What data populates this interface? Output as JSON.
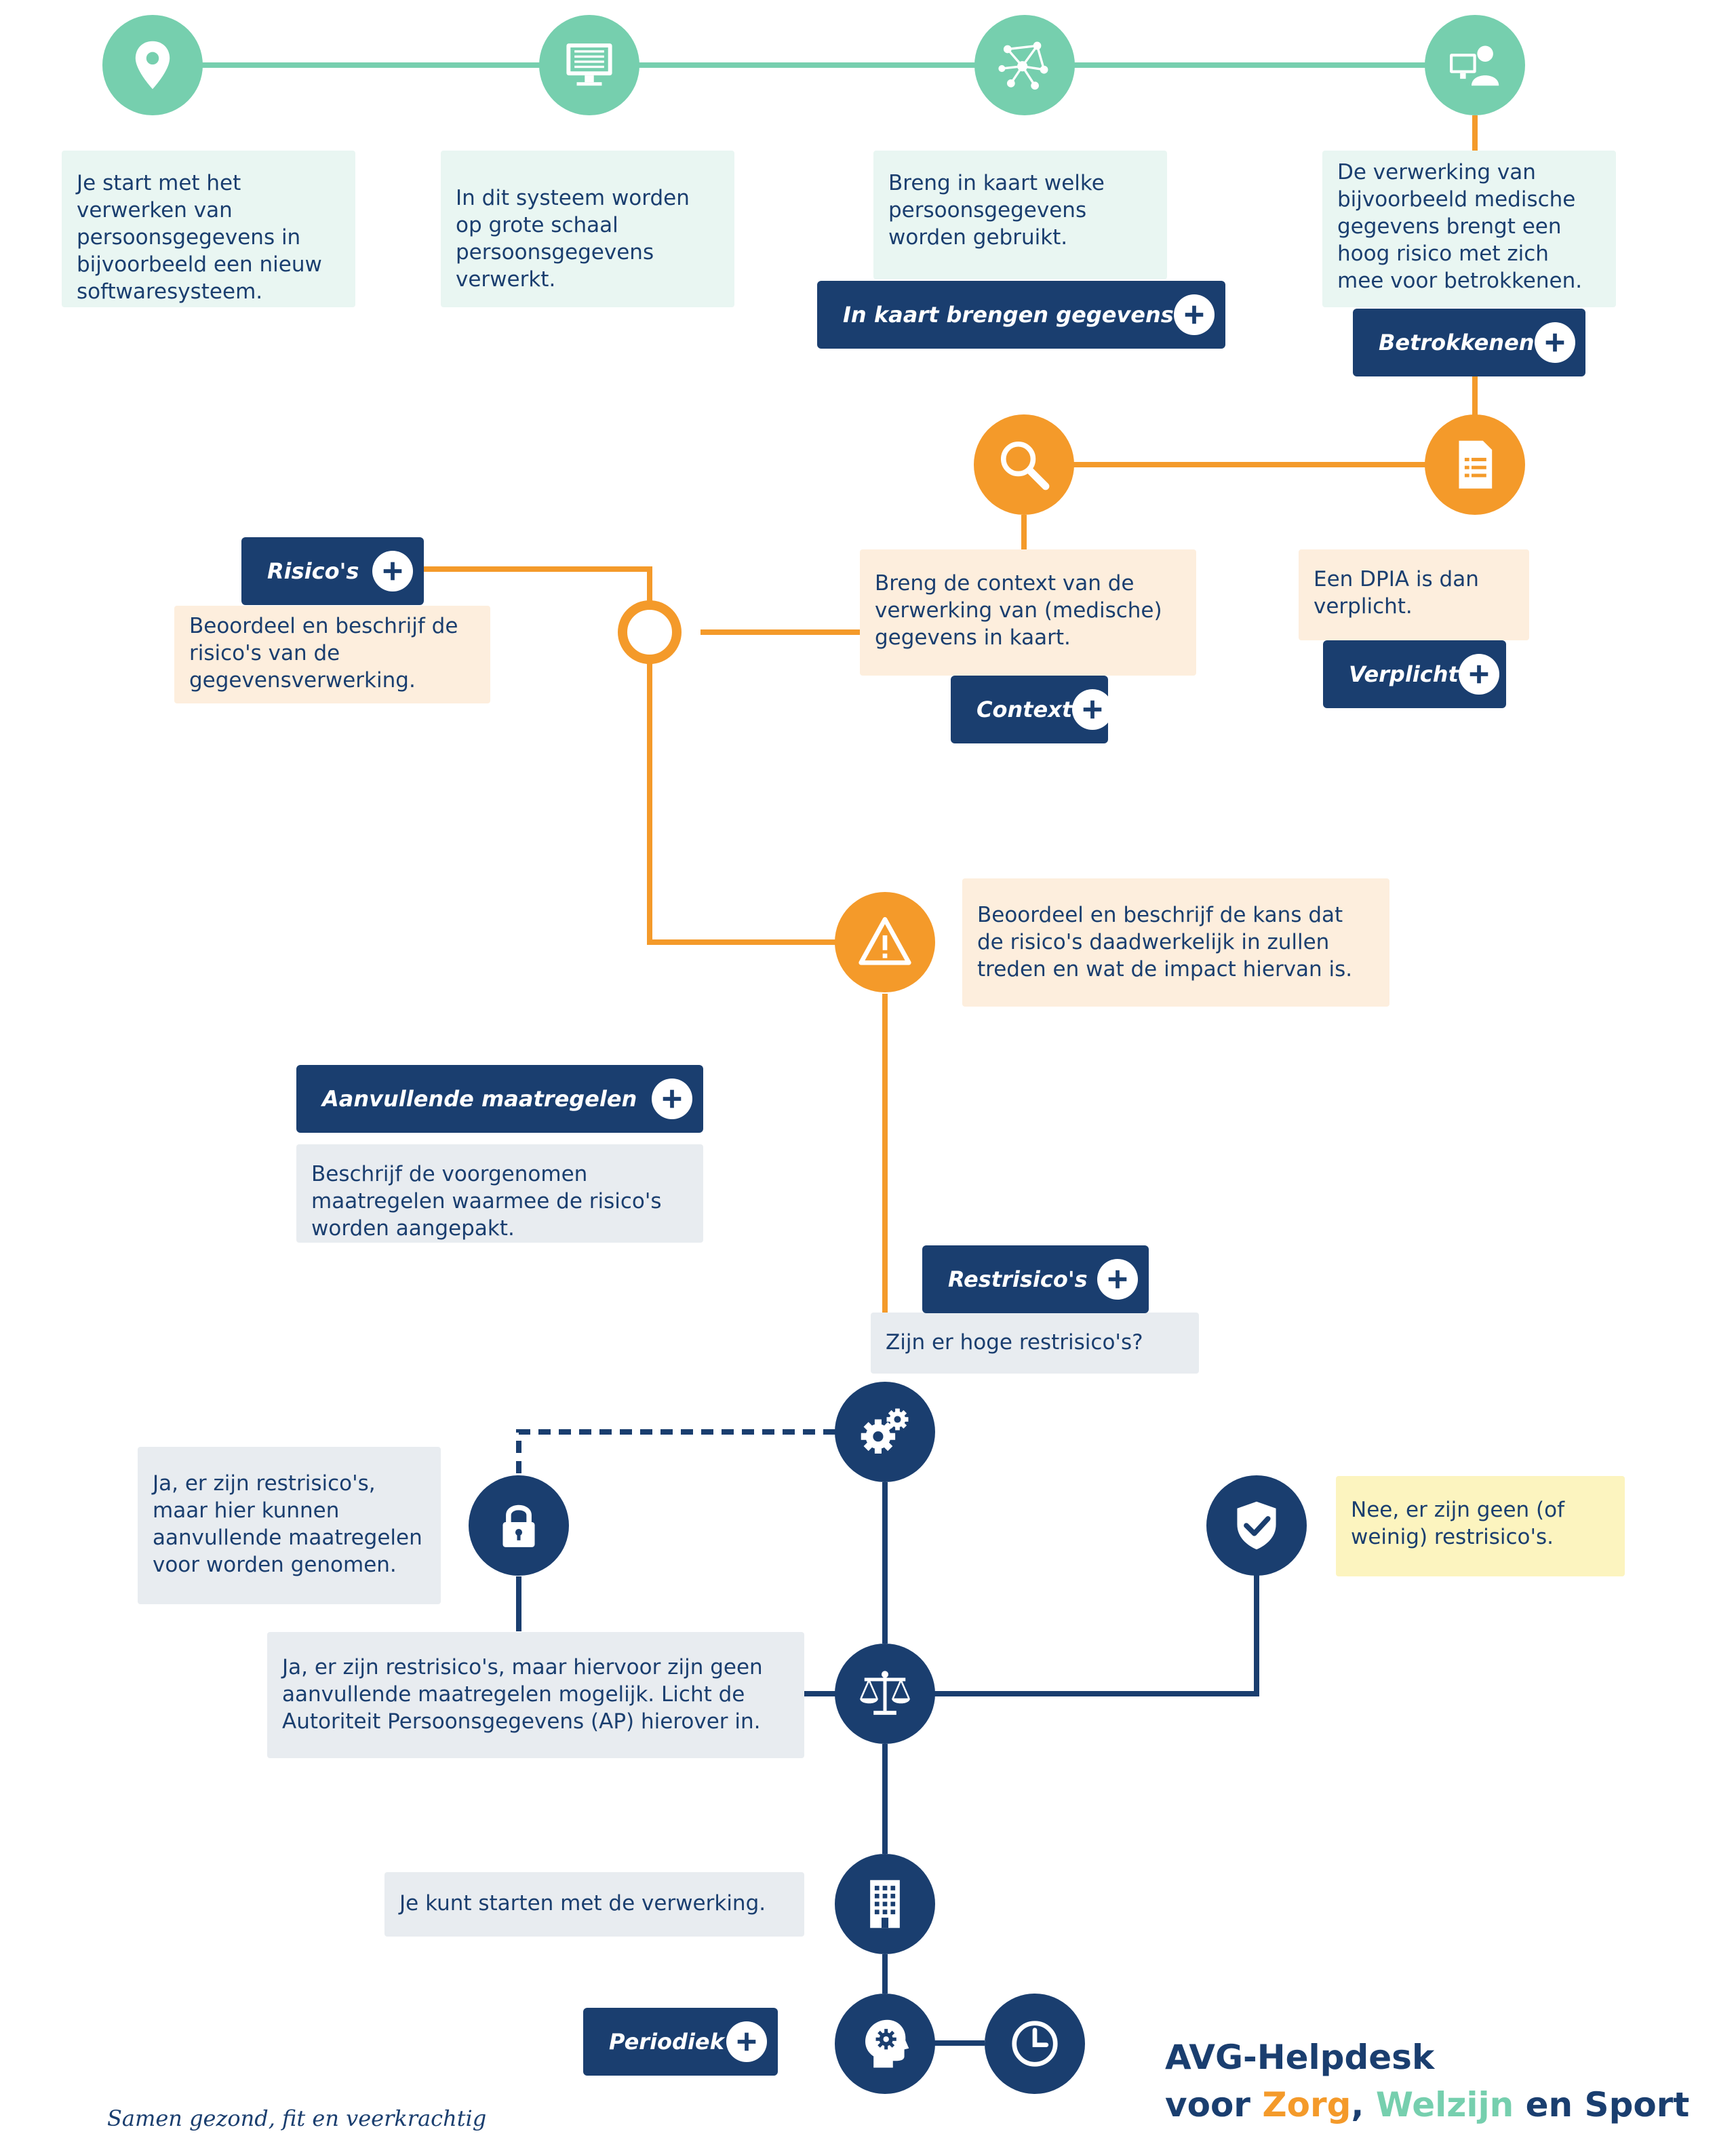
{
  "colors": {
    "green": "#76cfae",
    "orange": "#f49a2a",
    "navy": "#1a3e6f",
    "box_green": "#e9f6f2",
    "box_orange": "#fdeedd",
    "box_gray": "#e8ecf0",
    "box_yellow": "#fcf4bf"
  },
  "icons": {
    "start": "location-pin-icon",
    "system": "binary-monitor-icon",
    "data_map": "network-nodes-icon",
    "person": "person-monitor-icon",
    "context": "magnifier-icon",
    "dpia": "document-list-icon",
    "risk_junction": "ring-icon",
    "warning": "warning-triangle-icon",
    "residual": "gears-icon",
    "lock": "padlock-icon",
    "shield": "shield-check-icon",
    "scale": "balance-scale-icon",
    "building": "office-building-icon",
    "head": "head-gear-icon",
    "clock": "clock-icon"
  },
  "texts": {
    "start": "Je start met het verwerken van persoonsgegevens in bijvoorbeeld een nieuw softwaresysteem.",
    "system": "In dit systeem worden op grote schaal persoonsgegevens verwerkt.",
    "data_map": "Breng in kaart welke persoonsgegevens worden gebruikt.",
    "medical": "De verwerking van bijvoorbeeld medische gegevens brengt een hoog risico met zich mee voor betrokkenen.",
    "risks": "Beoordeel en beschrijf de risico's van de gegevensverwerking.",
    "context": "Breng de context van de verwerking van (medische) gegevens in kaart.",
    "dpia": "Een DPIA is dan verplicht.",
    "likelihood": "Beoordeel en beschrijf de kans dat de risico's daadwerkelijk in zullen treden en wat de impact hiervan is.",
    "measures": "Beschrijf de voorgenomen maatregelen waarmee de risico's worden aangepakt.",
    "residual_q": "Zijn er hoge restrisico's?",
    "yes_measures": "Ja, er zijn restrisico's, maar hier kunnen aanvullende maatregelen voor worden genomen.",
    "no_risks": "Nee, er zijn geen (of weinig) restrisico's.",
    "yes_ap": "Ja, er zijn restrisico's, maar hiervoor zijn geen aanvullende maatregelen mogelijk. Licht de Autoriteit Persoonsgegevens (AP) hierover in.",
    "start_processing": "Je kunt starten met de verwerking."
  },
  "buttons": {
    "data_map": "In kaart brengen gegevens",
    "involved": "Betrokkenen",
    "risks": "Risico's",
    "context": "Context",
    "mandatory": "Verplicht",
    "measures": "Aanvullende maatregelen",
    "residual": "Restrisico's",
    "periodic": "Periodiek"
  },
  "footer": {
    "slogan": "Samen gezond, fit en veerkrachtig",
    "brand_line1": "AVG-Helpdesk",
    "brand_voor": "voor ",
    "brand_zorg": "Zorg",
    "brand_comma": ", ",
    "brand_welzijn": "Welzijn",
    "brand_en_sport": " en Sport"
  }
}
